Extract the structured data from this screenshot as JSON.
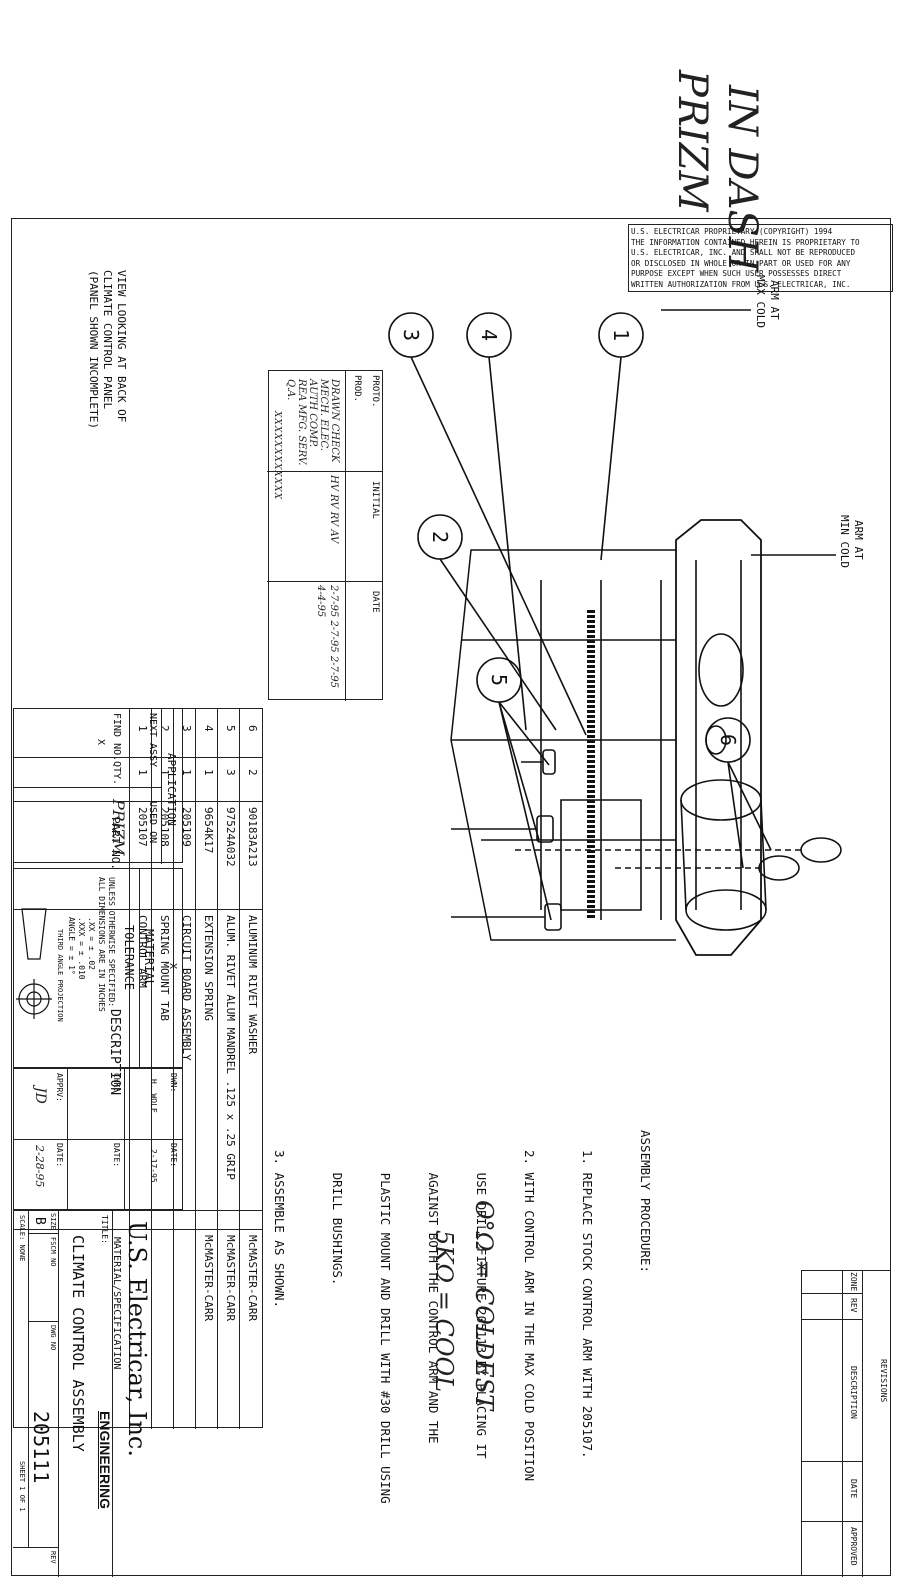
{
  "handwriting": {
    "top_note": [
      "IN DASH",
      "PRIZM"
    ],
    "legend_line1": "O°Ω = COLDEST",
    "legend_line2": "5KΩ = COOL",
    "next_assy": "PRIZM",
    "check_marks": [
      "X",
      "X",
      "X",
      "X",
      "X",
      "X",
      "X",
      "X",
      "X",
      "X",
      "X",
      "X"
    ],
    "initials": [
      "HV",
      "RV",
      "RV",
      "AV"
    ],
    "dates": [
      "2-7-95",
      "2-7-95",
      "2-7-95",
      "4-4-95"
    ],
    "roles": [
      "DRAWN",
      "CHECK",
      "MECH.",
      "ELEC.",
      "AUTH",
      "COMP.",
      "REA",
      "MFG.",
      "SERV.",
      "Q.A."
    ],
    "apprv_initials": "JD",
    "apprv_date": "2-28-95"
  },
  "proprietary_notice": [
    "U.S. ELECTRICAR PROPRIETARY (COPYRIGHT) 1994",
    "THE INFORMATION CONTAINED HEREIN IS PROPRIETARY TO",
    "U.S. ELECTRICAR, INC. AND SHALL NOT BE REPRODUCED",
    "OR DISCLOSED IN WHOLE OR IN PART OR USED FOR ANY",
    "PURPOSE EXCEPT WHEN SUCH USER POSSESSES DIRECT",
    "WRITTEN AUTHORIZATION FROM U.S. ELECTRICAR, INC."
  ],
  "revision_block": {
    "zone": "ZONE",
    "rev": "REV",
    "description": "DESCRIPTION",
    "title": "REVISIONS",
    "date": "DATE",
    "approved": "APPROVED"
  },
  "drawing": {
    "callouts": [
      "1",
      "2",
      "3",
      "4",
      "5",
      "6"
    ],
    "arm_max_cold": [
      "ARM AT",
      "MAX COLD"
    ],
    "arm_min_cold": [
      "ARM AT",
      "MIN COLD"
    ]
  },
  "signoff": {
    "proto": "PROTO.",
    "prod": "PROD.",
    "initial": "INITIAL",
    "date": "DATE"
  },
  "view_note": [
    "VIEW LOOKING AT BACK OF",
    "CLIMATE CONTROL PANEL",
    "(PANEL SHOWN INCOMPLETE)"
  ],
  "procedure": {
    "heading": "ASSEMBLY PROCEDURE:",
    "lines": [
      "1. REPLACE STOCK CONTROL ARM WITH 205107.",
      "2. WITH CONTROL ARM IN THE MAX COLD POSITION",
      "   USE DRILL FIXTURE 205113 BY PLACING IT",
      "   AGAINST BOTH THE CONTROL ARM AND THE",
      "   PLASTIC MOUNT AND DRILL WITH #30 DRILL USING",
      "   DRILL BUSHINGS.",
      "3. ASSEMBLE AS SHOWN."
    ]
  },
  "parts_list": {
    "headers": [
      "FIND NO.",
      "QTY.",
      "PART NO.",
      "DESCRIPTION",
      "MATERIAL/SPECIFICATION"
    ],
    "rows": [
      [
        "6",
        "2",
        "90183A213",
        "ALUMINUM RIVET WASHER",
        "McMASTER-CARR"
      ],
      [
        "5",
        "3",
        "97524A032",
        "ALUM. RIVET ALUM MANDREL  .125 x .25 GRIP",
        "McMASTER-CARR"
      ],
      [
        "4",
        "1",
        "9654K17",
        "EXTENSION SPRING",
        "McMASTER-CARR"
      ],
      [
        "3",
        "1",
        "205109",
        "CIRCUIT BOARD ASSEMBLY",
        ""
      ],
      [
        "2",
        "1",
        "205108",
        "SPRING MOUNT TAB",
        ""
      ],
      [
        "1",
        "1",
        "205107",
        "CONTROL ARM",
        ""
      ]
    ]
  },
  "title_block": {
    "application": "APPLICATION",
    "next_assy": "NEXT ASSY",
    "used_on": "USED ON",
    "x1": "X",
    "x2": "X",
    "material": "MATERIAL",
    "tolerance": "TOLERANCE",
    "tol_lines": [
      "UNLESS OTHERWISE SPECIFIED:",
      "ALL DIMENSIONS ARE IN INCHES",
      ".XX = ± .02",
      ".XXX = ± .010",
      "ANGLE = ± 1°"
    ],
    "projection": "THIRD ANGLE PROJECTION",
    "dwn_label": "DWN:",
    "dwn_name": "H. WOLF",
    "dwn_date": "2-17-95",
    "chk_label": "CHK:",
    "apprv_label": "APPRV:",
    "date_label": "DATE:",
    "company": "U.S. Electricar, Inc.",
    "dept": "ENGINEERING",
    "title_label": "TITLE:",
    "title": "CLIMATE CONTROL ASSEMBLY",
    "size_label": "SIZE",
    "size": "B",
    "fscm_label": "FSCM NO",
    "dwg_label": "DWG NO",
    "dwg_no": "205111",
    "rev_label": "REV",
    "scale": "SCALE: NONE",
    "sheet": "SHEET 1 OF 1"
  }
}
